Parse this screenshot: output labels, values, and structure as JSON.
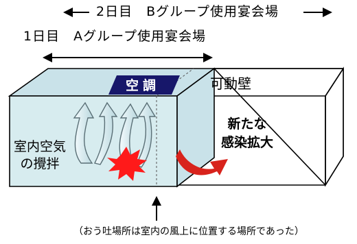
{
  "labels": {
    "day2": "2日目　Bグループ使用宴会場",
    "day1": "1日目　Aグループ使用宴会場",
    "ac": "空調",
    "movable_wall": "可動壁",
    "mixing_line1": "室内空気",
    "mixing_line2": "の攪拌",
    "new_infection_line1": "新たな",
    "new_infection_line2": "感染拡大",
    "note": "（おう吐場所は室内の風上に位置する場所であった）"
  },
  "icons": {
    "air_arrows": "curved-up-arrow-icon",
    "vomit_burst": "red-starburst-icon",
    "spread_arrow": "curved-right-arrow-icon",
    "location_arrow": "up-arrow-icon"
  },
  "colors": {
    "room_a": "#d7ecef",
    "room_a_top": "#c9e2e9",
    "ac_label_bg": "#17176a",
    "air_arrow_fill": "#e3f3f7",
    "burst": "#ff1a1a",
    "spread_arrow": "#d8231c"
  }
}
